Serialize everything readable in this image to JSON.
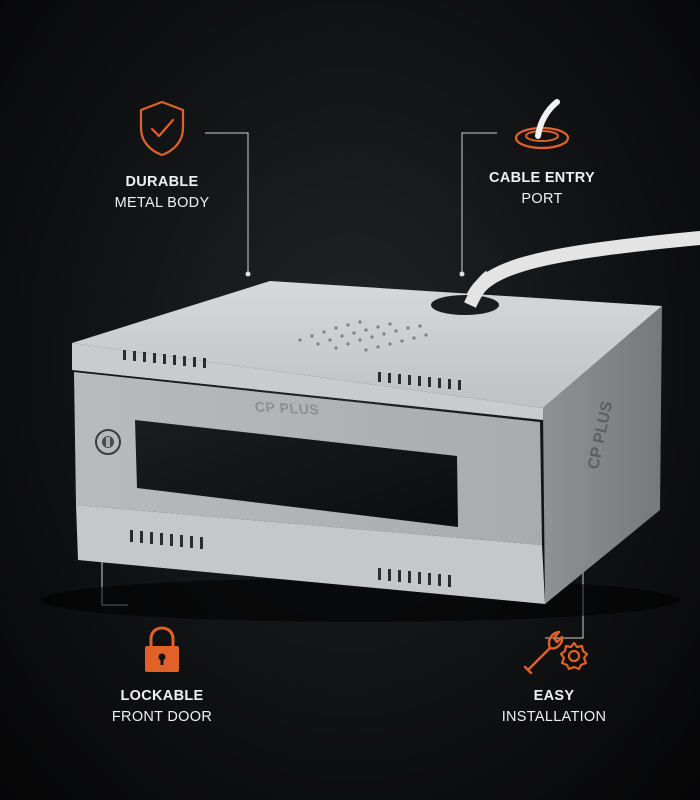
{
  "features": [
    {
      "id": "durable",
      "line1": "DURABLE",
      "line2": "METAL BODY",
      "icon": "shield-check-icon"
    },
    {
      "id": "cable",
      "line1": "CABLE ENTRY",
      "line2": "PORT",
      "icon": "cable-port-icon"
    },
    {
      "id": "lockable",
      "line1": "LOCKABLE",
      "line2": "FRONT DOOR",
      "icon": "padlock-icon"
    },
    {
      "id": "easy",
      "line1": "EASY",
      "line2": "INSTALLATION",
      "icon": "wrench-gear-icon"
    }
  ],
  "product": {
    "brand_front": "CP PLUS",
    "brand_side": "CP PLUS"
  },
  "colors": {
    "accent": "#e0622a",
    "background": "#111214",
    "cabinet": "#c3c5c8",
    "text": "#f0f0f0"
  }
}
